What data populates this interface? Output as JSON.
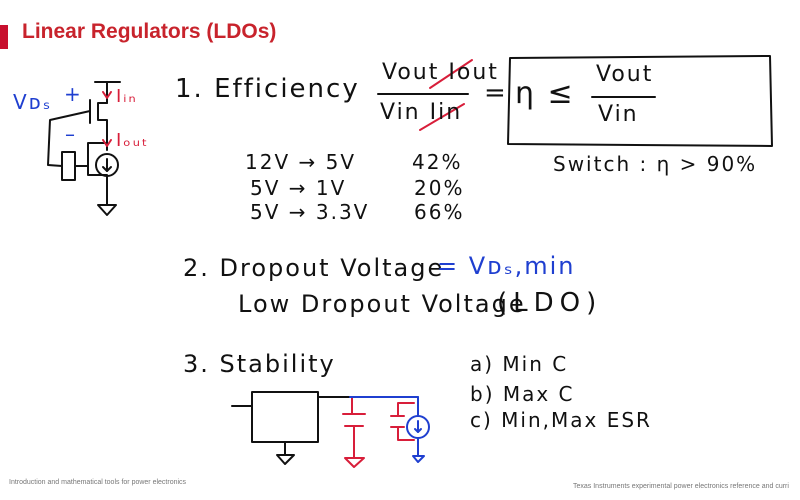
{
  "slide": {
    "title": "Linear Regulators (LDOs)",
    "footer_left": "Introduction and mathematical tools for power electronics",
    "footer_right": "Texas Instruments experimental power electronics reference and curri"
  },
  "circuit_labels": {
    "vds": "Vᴅₛ",
    "plus": "+",
    "minus": "–",
    "iin": "Iᵢₙ",
    "iout": "Iₒᵤₜ"
  },
  "efficiency": {
    "heading": "1. Efficiency",
    "num": "Vout Iout",
    "den": "Vin Iin",
    "equals": "=",
    "eta_le": "η ≤",
    "box_num": "Vout",
    "box_den": "Vin",
    "rows": [
      {
        "conv": "12V → 5V",
        "eff": "42%"
      },
      {
        "conv": "5V → 1V",
        "eff": "20%"
      },
      {
        "conv": "5V → 3.3V",
        "eff": "66%"
      }
    ],
    "switch_note": "Switch : η > 90%"
  },
  "dropout": {
    "heading": "2. Dropout Voltage",
    "eq": "= Vᴅₛ,min",
    "low": "Low Dropout Voltage",
    "ldo": "(LDO)"
  },
  "stability": {
    "heading": "3. Stability",
    "items": [
      "a)  Min C",
      "b)  Max C",
      "c)  Min,Max ESR"
    ]
  },
  "colors": {
    "title": "#c8232c",
    "red_ink": "#d81e3a",
    "blue_ink": "#1f3fd0"
  }
}
